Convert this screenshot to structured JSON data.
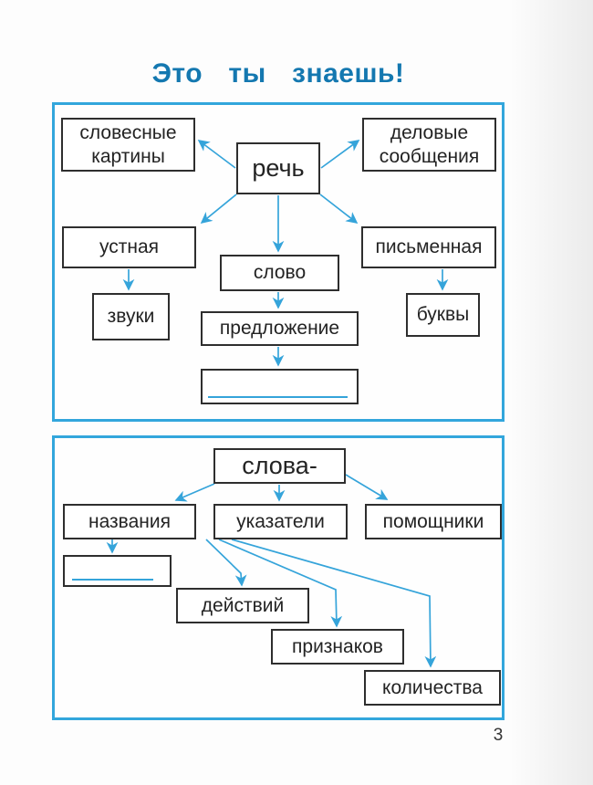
{
  "page": {
    "title": "Это  ты  знаешь!",
    "page_number": "3"
  },
  "colors": {
    "title_blue": "#1478b0",
    "line_cyan": "#35a4da",
    "panel_border": "#32a6dc",
    "box_border": "#2e2e2e"
  },
  "diagram1": {
    "description": "scheme about речь (speech)",
    "nodes": {
      "rech": "речь",
      "slovesnye_kartiny": "словесные картины",
      "delovye_soobshcheniya": "деловые сообщения",
      "ustnaya": "устная",
      "slovo": "слово",
      "pismennaya": "письменная",
      "zvuki": "звуки",
      "predlozhenie": "предложение",
      "bukvy": "буквы",
      "blank": ""
    },
    "edges": [
      "речь → словесные картины",
      "речь → деловые сообщения",
      "речь → устная",
      "речь → слово",
      "речь → письменная",
      "устная → звуки",
      "слово → предложение",
      "письменная → буквы",
      "предложение → (пустая рамка с линией для ответа)"
    ]
  },
  "diagram2": {
    "description": "scheme about слова- (words)",
    "nodes": {
      "slova": "слова-",
      "nazvaniya": "названия",
      "ukazateli": "указатели",
      "pomoshchniki": "помощники",
      "blank": "",
      "deystviy": "действий",
      "priznakov": "признаков",
      "kolichestva": "количества"
    },
    "edges": [
      "слова- → названия",
      "слова- → указатели",
      "слова- → помощники",
      "названия → (пустая рамка с линией для ответа)",
      "названия → действий",
      "названия → признаков",
      "названия → количества"
    ]
  }
}
